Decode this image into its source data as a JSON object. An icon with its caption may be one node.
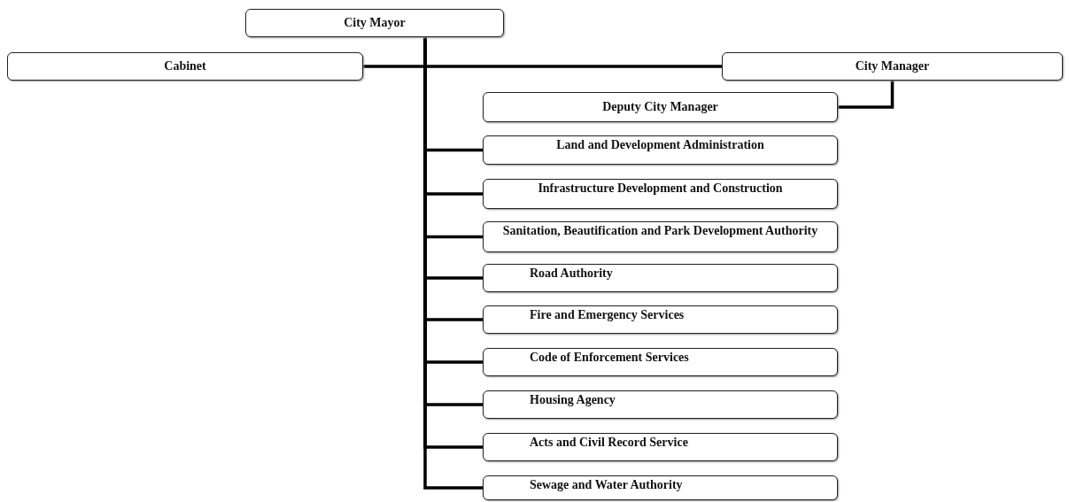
{
  "diagram": {
    "nodes": [
      {
        "text": [
          "City Mayor"
        ]
      },
      {
        "text": [
          "Cabinet"
        ]
      },
      {
        "text": [
          "City Manager"
        ]
      },
      {
        "text": [
          "Deputy City Manager"
        ]
      },
      {
        "text": [
          "Land and Development Administration"
        ]
      },
      {
        "text": [
          "Infrastructure Development and Construction"
        ]
      },
      {
        "text": [
          "Sanitation, Beautification and Park Development Authority"
        ]
      },
      {
        "text": [
          "Road Authority"
        ]
      },
      {
        "text": [
          "Fire and Emergency Services"
        ]
      },
      {
        "text": [
          "Code of Enforcement Services"
        ]
      },
      {
        "text": [
          "Housing Agency"
        ]
      },
      {
        "text": [
          "Acts and Civil Record Service"
        ]
      },
      {
        "text": [
          "Sewage and Water Authority"
        ]
      }
    ],
    "edges": [
      {
        "from": 0,
        "to": 1,
        "arrow": "none"
      },
      {
        "from": 0,
        "to": 2,
        "arrow": "none"
      },
      {
        "from": 2,
        "to": 3,
        "arrow": "none"
      },
      {
        "from": 0,
        "to": 4,
        "arrow": "none"
      },
      {
        "from": 0,
        "to": 5,
        "arrow": "none"
      },
      {
        "from": 0,
        "to": 6,
        "arrow": "none"
      },
      {
        "from": 0,
        "to": 7,
        "arrow": "none"
      },
      {
        "from": 0,
        "to": 8,
        "arrow": "none"
      },
      {
        "from": 0,
        "to": 9,
        "arrow": "none"
      },
      {
        "from": 0,
        "to": 10,
        "arrow": "none"
      },
      {
        "from": 0,
        "to": 11,
        "arrow": "none"
      },
      {
        "from": 0,
        "to": 12,
        "arrow": "none"
      }
    ]
  }
}
